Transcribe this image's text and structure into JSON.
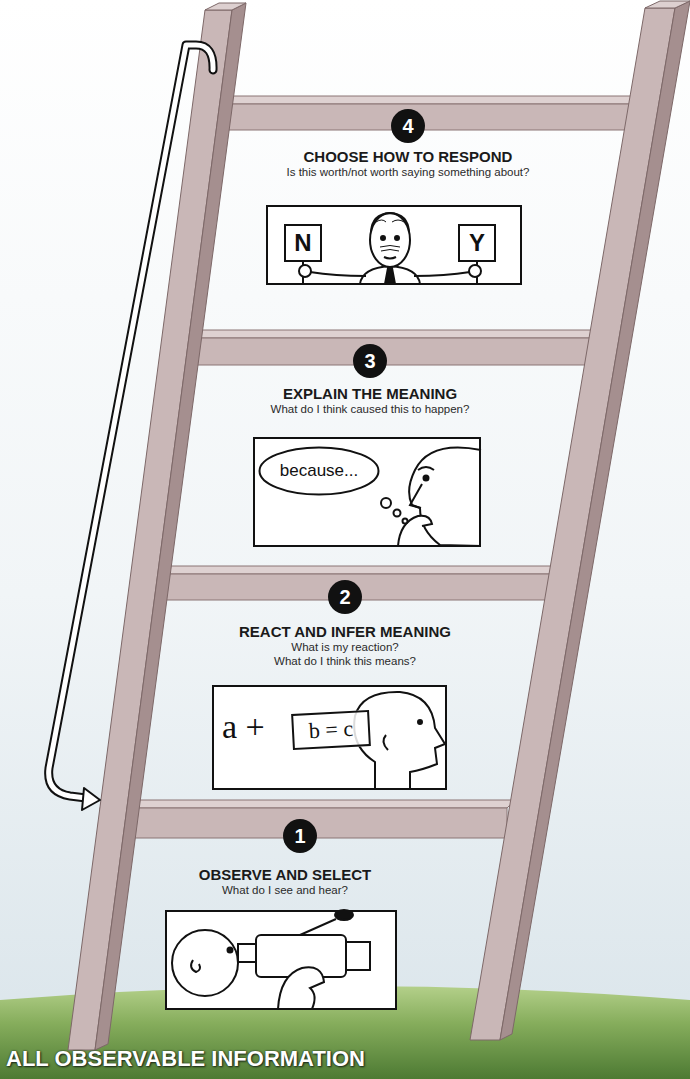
{
  "diagram": {
    "nodes": [
      {
        "text": [
          "4"
        ]
      },
      {
        "text": [
          "CHOOSE HOW TO RESPOND",
          "Is this worth/not worth saying something about?"
        ]
      },
      {
        "text": [
          "N"
        ],
        "in": 1
      },
      {
        "text": [
          "Y"
        ],
        "in": 1
      },
      {
        "text": [
          "3"
        ]
      },
      {
        "text": [
          "EXPLAIN THE MEANING",
          "What do I think caused this to happen?"
        ]
      },
      {
        "text": [
          "because..."
        ],
        "in": 5
      },
      {
        "text": [
          "2"
        ]
      },
      {
        "text": [
          "REACT AND INFER MEANING",
          "What is my reaction?",
          "What do I think this means?"
        ]
      },
      {
        "text": [
          "b = c"
        ],
        "in": 8
      },
      {
        "text": [
          "1"
        ]
      },
      {
        "text": [
          "OBSERVE AND SELECT",
          "What do I see and hear?"
        ]
      }
    ],
    "labels": [
      "a +",
      "ALL OBSERVABLE INFORMATION"
    ]
  }
}
